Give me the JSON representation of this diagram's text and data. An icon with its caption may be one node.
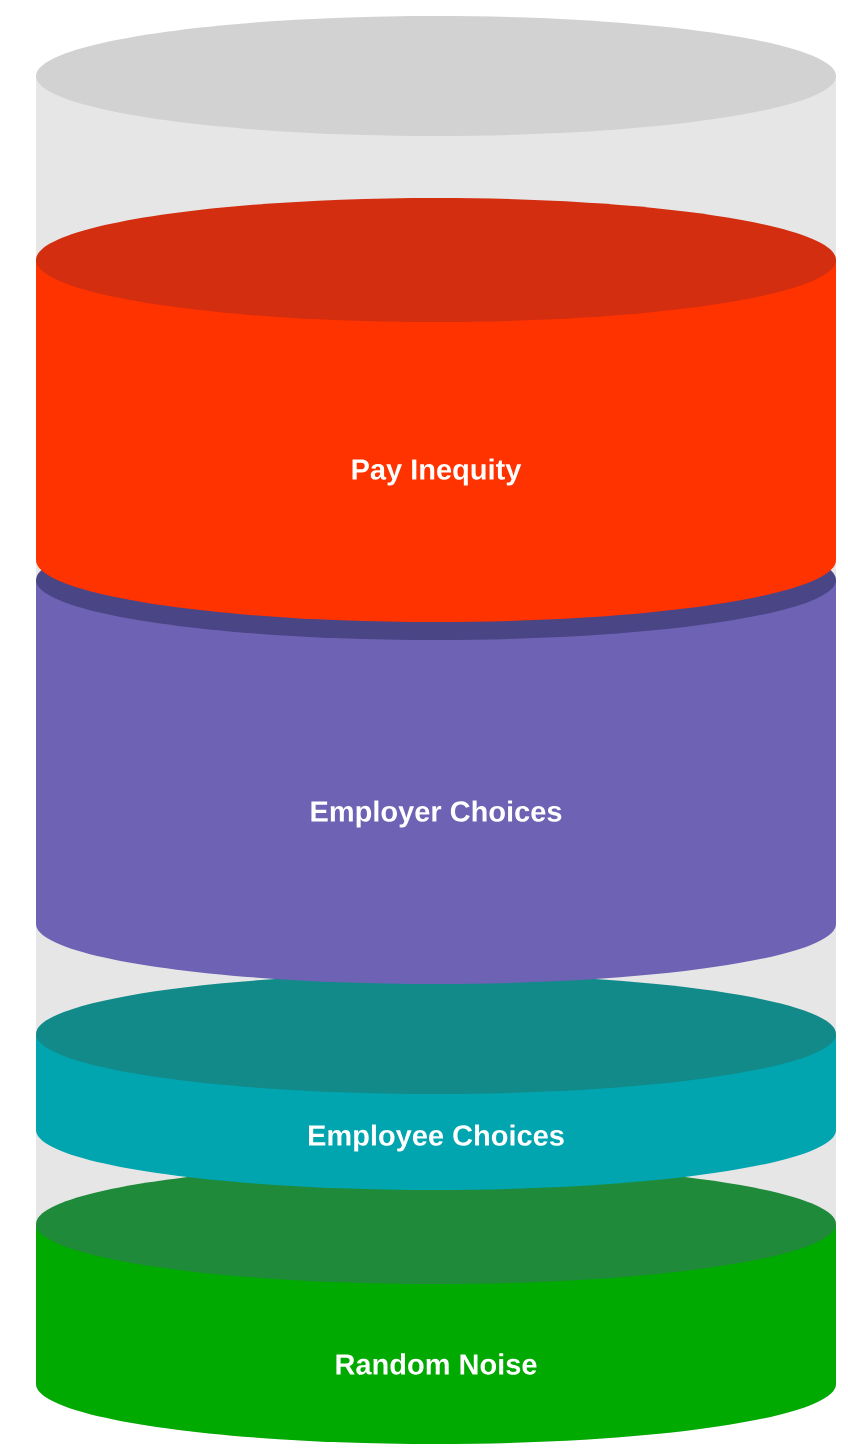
{
  "diagram": {
    "nodes": [
      {
        "text": [],
        "shape": "cylinder"
      },
      {
        "text": [
          "Pay Inequity"
        ],
        "in": 0
      },
      {
        "text": [
          "Employer Choices"
        ],
        "in": 0
      },
      {
        "text": [
          "Employee Choices"
        ],
        "in": 0
      },
      {
        "text": [
          "Random Noise"
        ],
        "in": 0
      }
    ]
  }
}
